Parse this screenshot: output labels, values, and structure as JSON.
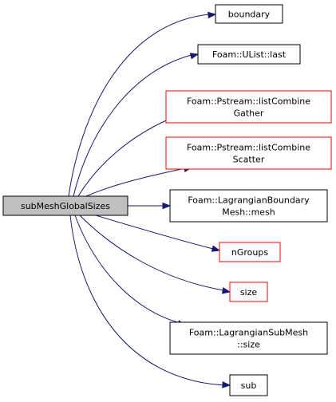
{
  "colors": {
    "edge": "#191970",
    "root_fill": "#bfbfbf",
    "root_border": "#000000",
    "node_fill": "#ffffff",
    "normal_border": "#000000",
    "red_border": "#ff0000"
  },
  "root": {
    "label": "subMeshGlobalSizes"
  },
  "nodes": [
    {
      "id": "boundary",
      "lines": [
        "boundary"
      ],
      "border": "normal"
    },
    {
      "id": "ulist-last",
      "lines": [
        "Foam::UList::last"
      ],
      "border": "normal"
    },
    {
      "id": "pstream-listcombinegather",
      "lines": [
        "Foam::Pstream::listCombine",
        "Gather"
      ],
      "border": "red"
    },
    {
      "id": "pstream-listcombinescatter",
      "lines": [
        "Foam::Pstream::listCombine",
        "Scatter"
      ],
      "border": "red"
    },
    {
      "id": "lagrangianboundarymesh-mesh",
      "lines": [
        "Foam::LagrangianBoundary",
        "Mesh::mesh"
      ],
      "border": "normal"
    },
    {
      "id": "ngroups",
      "lines": [
        "nGroups"
      ],
      "border": "red"
    },
    {
      "id": "size",
      "lines": [
        "size"
      ],
      "border": "red"
    },
    {
      "id": "lagrangiansubmesh-size",
      "lines": [
        "Foam::LagrangianSubMesh",
        "::size"
      ],
      "border": "normal"
    },
    {
      "id": "sub",
      "lines": [
        "sub"
      ],
      "border": "normal"
    }
  ]
}
